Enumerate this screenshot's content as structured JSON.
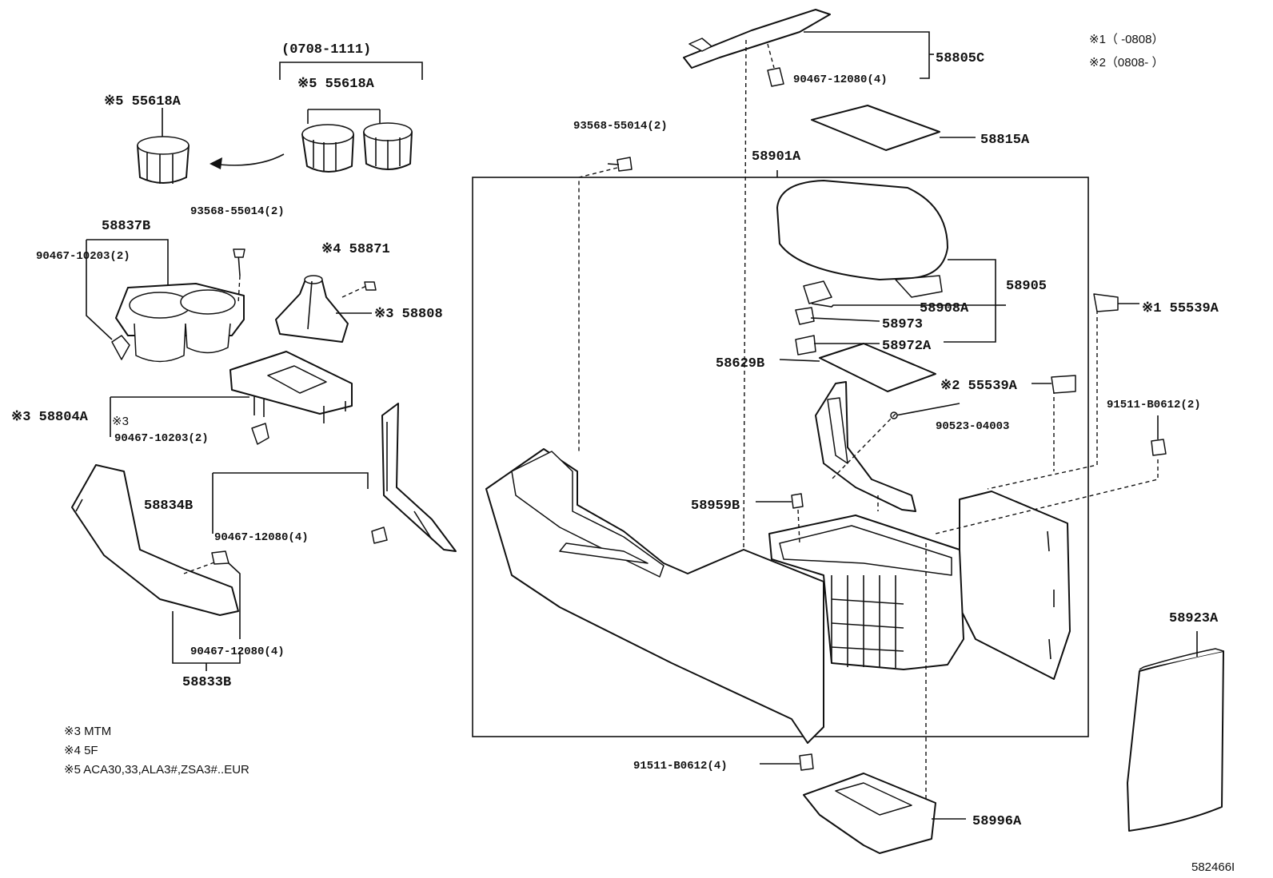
{
  "diagram": {
    "image_code": "582466I",
    "legend_top": {
      "l1": "※1（      -0808）",
      "l2": "※2（0808-      ）"
    },
    "legend_bottom": {
      "n3": "※3 MTM",
      "n4": "※4 5F",
      "n5": "※5 ACA30,33,ALA3#,ZSA3#..EUR"
    },
    "labels": {
      "p0708": "(0708-1111)",
      "p55618a_top": "※5 55618A",
      "p55618a_left": "※5 55618A",
      "p58837b": "58837B",
      "p90467_10203_a": "90467-10203(2)",
      "p93568_left": "93568-55014(2)",
      "p58871": "※4 58871",
      "p58808": "※3 58808",
      "p58804a": "※3 58804A",
      "p58804a_sub": "※3",
      "p90467_10203_b": "90467-10203(2)",
      "p58834b": "58834B",
      "p90467_12080_a": "90467-12080(4)",
      "p90467_12080_b": "90467-12080(4)",
      "p58833b": "58833B",
      "p93568_mid": "93568-55014(2)",
      "p58805c": "58805C",
      "p90467_12080_c": "90467-12080(4)",
      "p58815a": "58815A",
      "p58901a": "58901A",
      "p58905": "58905",
      "p58908a": "58908A",
      "p58973": "58973",
      "p58972a": "58972A",
      "p58629b": "58629B",
      "p55539a_2": "※2 55539A",
      "p90523": "90523-04003",
      "p55539a_1": "※1 55539A",
      "p91511_r": "91511-B0612(2)",
      "p58959b": "58959B",
      "p58923a": "58923A",
      "p91511_b": "91511-B0612(4)",
      "p58996a": "58996A"
    }
  }
}
